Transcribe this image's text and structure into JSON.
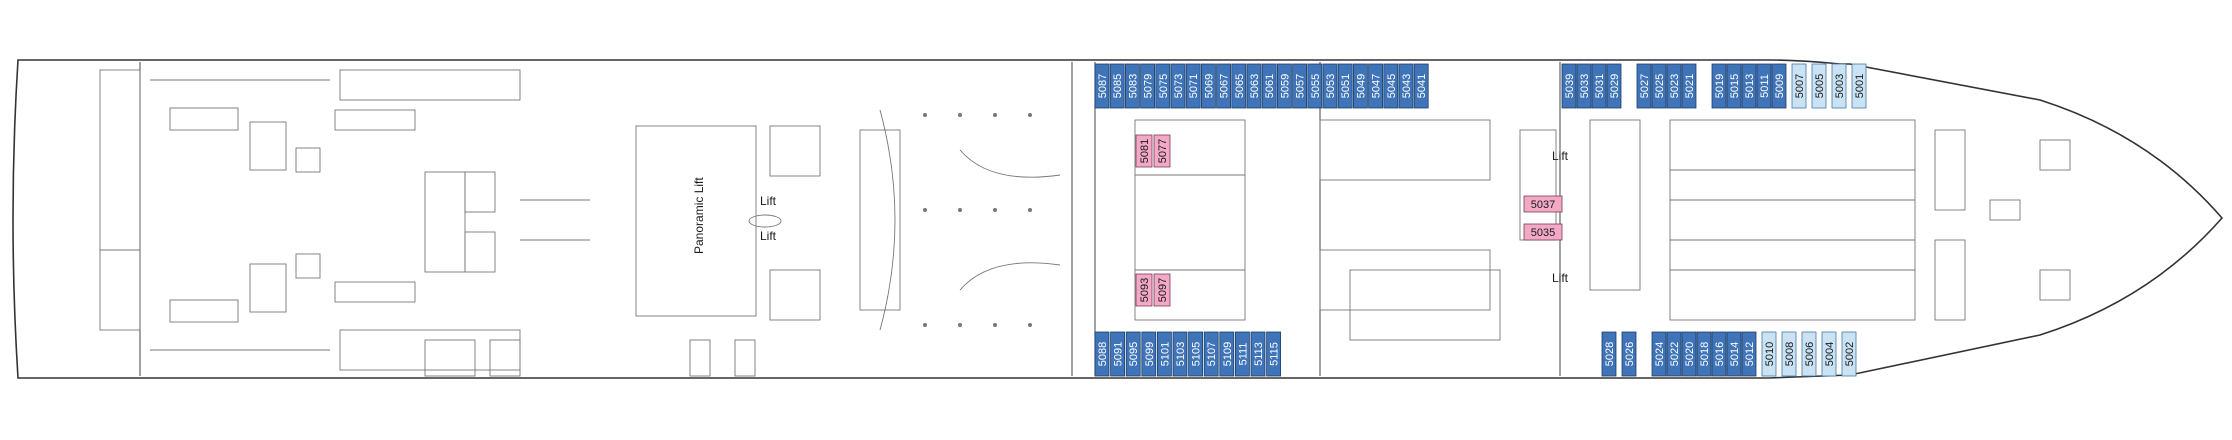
{
  "labels": {
    "lift_upper": "Lift",
    "lift_lower": "Lift",
    "lift_right_upper": "Lift",
    "lift_right_lower": "Lift",
    "panoramic_lift": "Panoramic Lift"
  },
  "colors": {
    "standard_cabin": "#3f74b8",
    "suite_cabin": "#c9e3f4",
    "accessible_cabin": "#f3a9c6"
  },
  "cabins_top": [
    "5087",
    "5085",
    "5083",
    "5079",
    "5075",
    "5073",
    "5071",
    "5069",
    "5067",
    "5065",
    "5063",
    "5061",
    "5059",
    "5057",
    "5055",
    "5053",
    "5051",
    "5049",
    "5047",
    "5045",
    "5043",
    "5041",
    "5039",
    "5033",
    "5031",
    "5029",
    "5027",
    "5025",
    "5023",
    "5021",
    "5019",
    "5015",
    "5013",
    "5011",
    "5009",
    "5007",
    "5005",
    "5003",
    "5001"
  ],
  "cabins_bottom": [
    "5088",
    "5091",
    "5095",
    "5099",
    "5101",
    "5103",
    "5105",
    "5107",
    "5109",
    "5111",
    "5113",
    "5115",
    "5028",
    "5026",
    "5024",
    "5022",
    "5020",
    "5018",
    "5016",
    "5014",
    "5012",
    "5010",
    "5008",
    "5006",
    "5004",
    "5002"
  ],
  "cabins_pink": [
    "5081",
    "5077",
    "5093",
    "5097",
    "5037",
    "5035"
  ]
}
